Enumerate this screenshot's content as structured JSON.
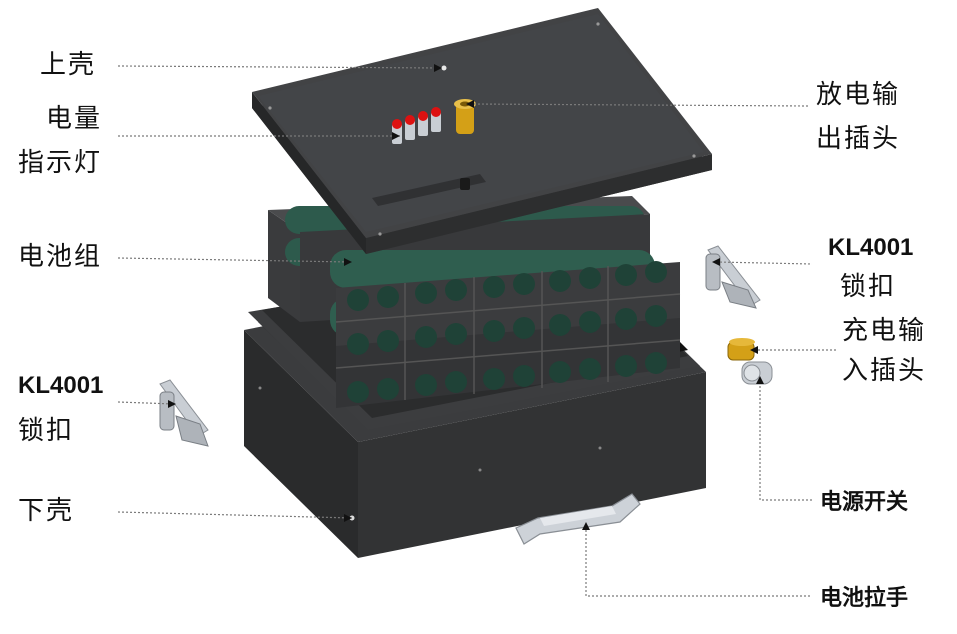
{
  "labels": {
    "upper_shell": "上壳",
    "indicator_line1": "电量",
    "indicator_line2": "指示灯",
    "battery_pack": "电池组",
    "left_lock_code": "KL4001",
    "left_lock_name": "锁扣",
    "lower_shell": "下壳",
    "discharge_line1": "放电输",
    "discharge_line2": "出插头",
    "right_lock_code": "KL4001",
    "right_lock_name": "锁扣",
    "charge_line1": "充电输",
    "charge_line2": "入插头",
    "power_switch": "电源开关",
    "battery_handle": "电池拉手"
  },
  "colors": {
    "shell": "#2f3031",
    "shell_dark": "#1d1e1f",
    "cell": "#2d5a4c",
    "cell_end": "#1f4237",
    "holder": "#3a3b3d",
    "metal": "#c9ced4",
    "brass": "#d4a017",
    "leader": "#7a7a7a"
  },
  "icons": {
    "lock_latch": "latch-icon",
    "handle": "handle-icon",
    "plug": "connector-icon",
    "switch": "switch-icon"
  }
}
